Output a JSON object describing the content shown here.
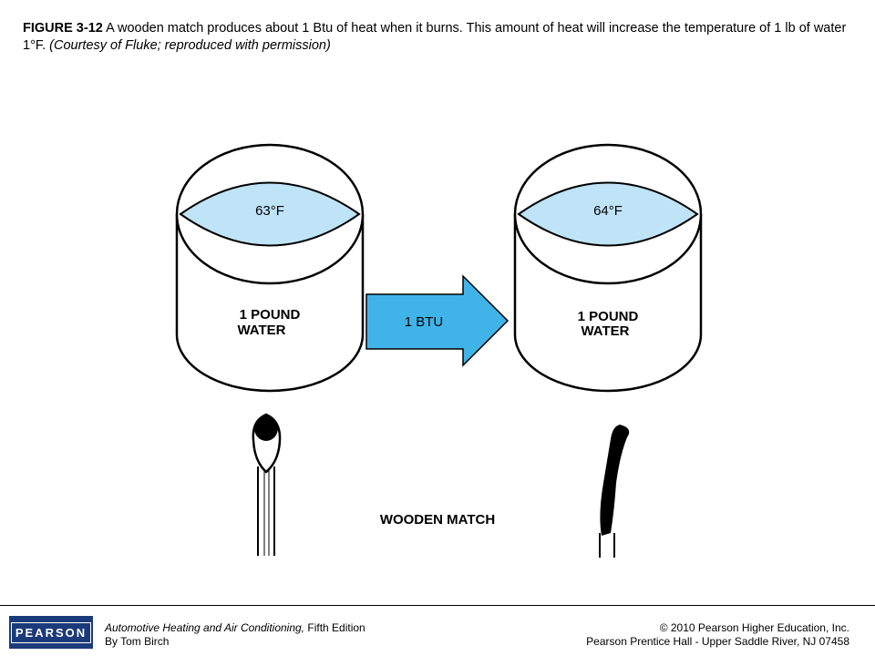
{
  "caption": {
    "figure_label": "FIGURE 3-12",
    "text": " A wooden match produces about 1 Btu of heat when it burns. This amount of heat will increase the temperature of 1 lb of water 1°F. ",
    "credit": "(Courtesy of Fluke; reproduced with permission)"
  },
  "diagram": {
    "left_container": {
      "temperature": "63°F",
      "label_line1": "1 POUND",
      "label_line2": "WATER"
    },
    "right_container": {
      "temperature": "64°F",
      "label_line1": "1 POUND",
      "label_line2": "WATER"
    },
    "arrow_label": "1 BTU",
    "match_label": "WOODEN MATCH",
    "colors": {
      "water": "#bfe3f7",
      "arrow": "#40b4e8",
      "outline": "#000000"
    }
  },
  "footer": {
    "logo_text": "PEARSON",
    "book_title": "Automotive Heating and Air Conditioning,",
    "edition": " Fifth Edition",
    "author": "By Tom Birch",
    "copyright": "© 2010 Pearson Higher Education, Inc.",
    "publisher": "Pearson Prentice Hall - Upper Saddle River, NJ 07458"
  }
}
